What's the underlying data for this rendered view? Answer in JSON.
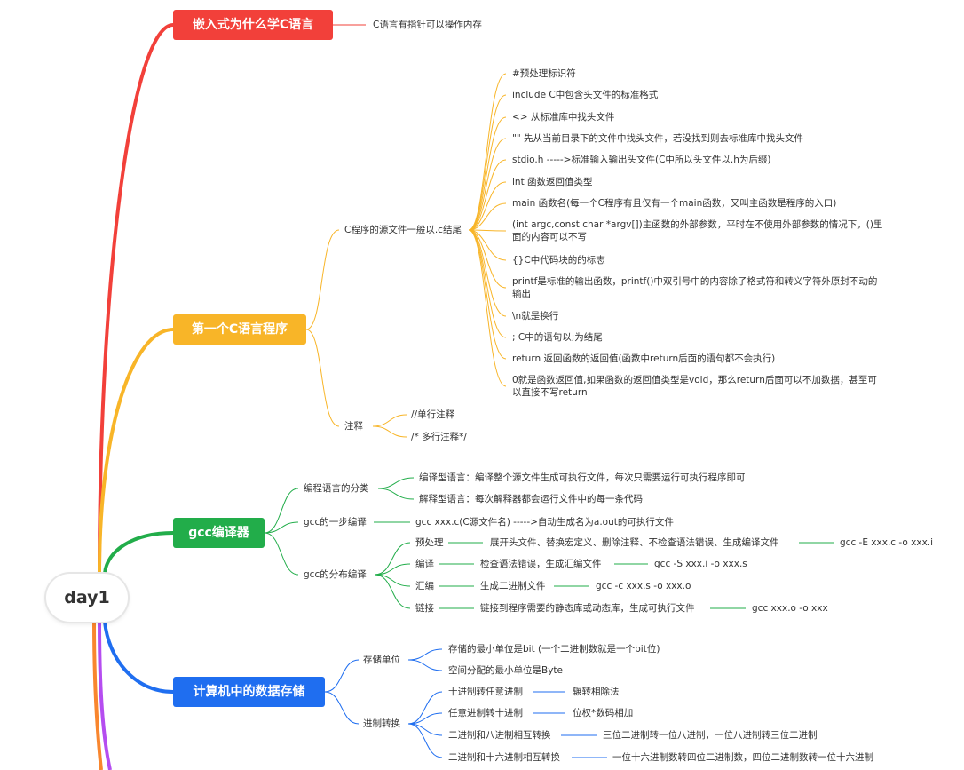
{
  "root": "day1",
  "colors": {
    "red": "#f2403a",
    "yellow": "#f8b528",
    "green": "#22ad4a",
    "blue": "#1f6ef0",
    "purple": "#b54df0",
    "orange": "#f9862e"
  },
  "b1": {
    "title": "嵌入式为什么学C语言",
    "leaf": "C语言有指针可以操作内存"
  },
  "b2": {
    "title": "第一个C语言程序",
    "sub1": "C程序的源文件一般以.c结尾",
    "items": [
      "#预处理标识符",
      "include      C中包含头文件的标准格式",
      "<>  从标准库中找头文件",
      "\"\" 先从当前目录下的文件中找头文件，若没找到则去标准库中找头文件",
      "stdio.h  ----->标准输入输出头文件(C中所以头文件以.h为后缀)",
      "int 函数返回值类型",
      "main 函数名(每一个C程序有且仅有一个main函数，又叫主函数是程序的入口)",
      "(int argc,const char *argv[])主函数的外部参数，平时在不使用外部参数的情况下，()里面的内容可以不写",
      "{}C中代码块的的标志",
      "printf是标准的输出函数，printf()中双引号中的内容除了格式符和转义字符外原封不动的输出",
      "\\n就是换行",
      "; C中的语句以;为结尾",
      "return 返回函数的返回值(函数中return后面的语句都不会执行)",
      "0就是函数返回值,如果函数的返回值类型是void，那么return后面可以不加数据，甚至可以直接不写return"
    ],
    "sub2": "注释",
    "comments": [
      "//单行注释",
      "/* 多行注释*/"
    ]
  },
  "b3": {
    "title": "gcc编译器",
    "cat": "编程语言的分类",
    "cat_items": [
      "编译型语言：编译整个源文件生成可执行文件，每次只需要运行可执行程序即可",
      "解释型语言：每次解释器都会运行文件中的每一条代码"
    ],
    "one": "gcc的一步编译",
    "one_item": "gcc xxx.c(C源文件名)  ----->自动生成名为a.out的可执行文件",
    "steps_label": "gcc的分布编译",
    "steps": [
      {
        "name": "预处理",
        "desc": "展开头文件、替换宏定义、删除注释、不检查语法错误、生成编译文件",
        "cmd": "gcc -E xxx.c -o xxx.i"
      },
      {
        "name": "编译",
        "desc": "检查语法错误，生成汇编文件",
        "cmd": "gcc -S xxx.i -o xxx.s"
      },
      {
        "name": "汇编",
        "desc": "生成二进制文件",
        "cmd": "gcc -c xxx.s -o xxx.o"
      },
      {
        "name": "链接",
        "desc": "链接到程序需要的静态库或动态库，生成可执行文件",
        "cmd": "gcc  xxx.o  -o xxx"
      }
    ]
  },
  "b4": {
    "title": "计算机中的数据存储",
    "unit": "存储单位",
    "unit_items": [
      "存储的最小单位是bit (一个二进制数就是一个bit位)",
      "空间分配的最小单位是Byte"
    ],
    "conv": "进制转换",
    "conv_items": [
      {
        "name": "十进制转任意进制",
        "desc": "辗转相除法"
      },
      {
        "name": "任意进制转十进制",
        "desc": "位权*数码相加"
      },
      {
        "name": "二进制和八进制相互转换",
        "desc": "三位二进制转一位八进制，一位八进制转三位二进制"
      },
      {
        "name": "二进制和十六进制相互转换",
        "desc": "一位十六进制数转四位二进制数，四位二进制数转一位十六进制"
      }
    ]
  }
}
